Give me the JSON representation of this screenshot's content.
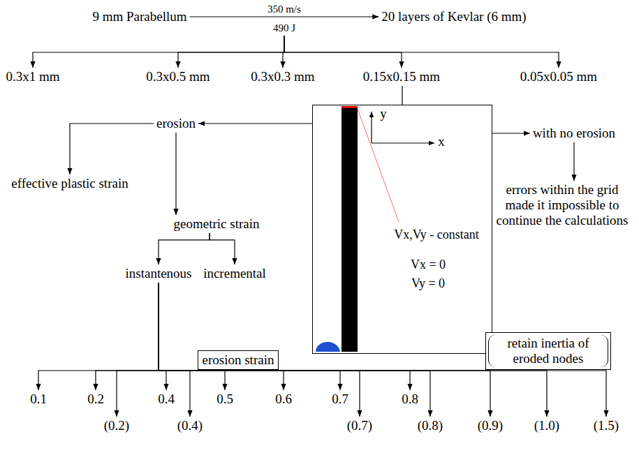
{
  "diagram": {
    "nodes": [
      {
        "text": [
          "9 mm Parabellum"
        ]
      },
      {
        "text": [
          "20 layers of Kevlar (6 mm)"
        ]
      },
      {
        "text": [
          "0.3x1 mm"
        ]
      },
      {
        "text": [
          "0.3x0.5 mm"
        ]
      },
      {
        "text": [
          "0.3x0.3 mm"
        ]
      },
      {
        "text": [
          "0.15x0.15 mm"
        ]
      },
      {
        "text": [
          "0.05x0.05 mm"
        ]
      },
      {
        "text": [
          "Vx,Vy - constant",
          "Vx = 0",
          "Vy = 0"
        ]
      },
      {
        "text": [
          "erosion"
        ]
      },
      {
        "text": [
          "with no erosion"
        ]
      },
      {
        "text": [
          "effective plastic strain"
        ]
      },
      {
        "text": [
          "geometric strain"
        ]
      },
      {
        "text": [
          "errors within the grid made it impossible to continue the calculations"
        ]
      },
      {
        "text": [
          "instantenous"
        ]
      },
      {
        "text": [
          "incremental"
        ]
      },
      {
        "text": [
          "erosion strain"
        ]
      },
      {
        "text": [
          "retain inertia of eroded nodes"
        ]
      },
      {
        "text": [
          "0.1"
        ]
      },
      {
        "text": [
          "0.2"
        ]
      },
      {
        "text": [
          "(0.2)"
        ]
      },
      {
        "text": [
          "0.4"
        ]
      },
      {
        "text": [
          "(0.4)"
        ]
      },
      {
        "text": [
          "0.5"
        ]
      },
      {
        "text": [
          "0.6"
        ]
      },
      {
        "text": [
          "0.7"
        ]
      },
      {
        "text": [
          "(0.7)"
        ]
      },
      {
        "text": [
          "0.8"
        ]
      },
      {
        "text": [
          "(0.8)"
        ]
      },
      {
        "text": [
          "(0.9)"
        ]
      },
      {
        "text": [
          "(1.0)"
        ]
      },
      {
        "text": [
          "(1.5)"
        ]
      }
    ],
    "edges": [
      {
        "from": 0,
        "to": 1,
        "arrow": "to",
        "label": "350 m/s"
      },
      {
        "from": 1,
        "to": 2,
        "arrow": "to"
      },
      {
        "from": 1,
        "to": 3,
        "arrow": "to"
      },
      {
        "from": 1,
        "to": 4,
        "arrow": "to"
      },
      {
        "from": 1,
        "to": 5,
        "arrow": "to"
      },
      {
        "from": 1,
        "to": 6,
        "arrow": "to"
      },
      {
        "from": 5,
        "to": 7,
        "arrow": "none"
      },
      {
        "from": 7,
        "to": 8,
        "arrow": "to"
      },
      {
        "from": 7,
        "to": 9,
        "arrow": "to"
      },
      {
        "from": 8,
        "to": 10,
        "arrow": "to"
      },
      {
        "from": 8,
        "to": 11,
        "arrow": "to"
      },
      {
        "from": 9,
        "to": 12,
        "arrow": "to"
      },
      {
        "from": 11,
        "to": 13,
        "arrow": "to"
      },
      {
        "from": 11,
        "to": 14,
        "arrow": "to"
      },
      {
        "from": 13,
        "to": 17,
        "arrow": "to"
      },
      {
        "from": 13,
        "to": 18,
        "arrow": "to"
      },
      {
        "from": 13,
        "to": 19,
        "arrow": "to"
      },
      {
        "from": 13,
        "to": 20,
        "arrow": "to"
      },
      {
        "from": 13,
        "to": 21,
        "arrow": "to"
      },
      {
        "from": 13,
        "to": 22,
        "arrow": "to"
      },
      {
        "from": 13,
        "to": 23,
        "arrow": "to"
      },
      {
        "from": 13,
        "to": 24,
        "arrow": "to"
      },
      {
        "from": 13,
        "to": 25,
        "arrow": "to"
      },
      {
        "from": 13,
        "to": 26,
        "arrow": "to"
      },
      {
        "from": 13,
        "to": 27,
        "arrow": "to"
      },
      {
        "from": 13,
        "to": 28,
        "arrow": "to"
      },
      {
        "from": 13,
        "to": 29,
        "arrow": "to"
      },
      {
        "from": 13,
        "to": 30,
        "arrow": "to"
      }
    ],
    "labels": [
      "490 J",
      "y",
      "x"
    ]
  }
}
